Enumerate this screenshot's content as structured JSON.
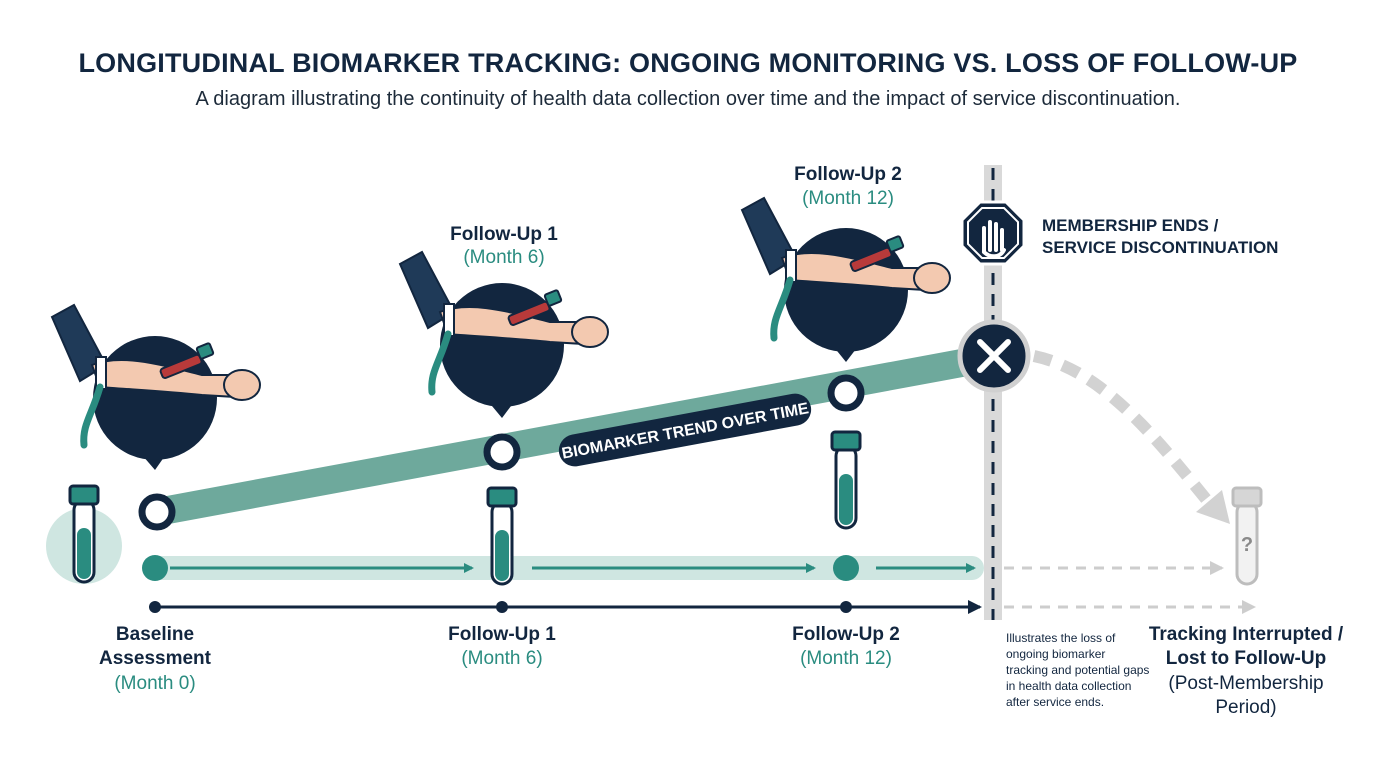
{
  "title": "LONGITUDINAL BIOMARKER TRACKING: ONGOING MONITORING VS. LOSS OF FOLLOW-UP",
  "subtitle": "A diagram illustrating the continuity of health data collection over time and the impact of service discontinuation.",
  "trend_label": "BIOMARKER TREND OVER TIME",
  "callouts": {
    "followup1": {
      "name": "Follow-Up 1",
      "month": "(Month 6)"
    },
    "followup2": {
      "name": "Follow-Up 2",
      "month": "(Month 12)"
    }
  },
  "discontinuation": {
    "line1": "MEMBERSHIP ENDS /",
    "line2": "SERVICE DISCONTINUATION"
  },
  "timeline": {
    "baseline": {
      "line1": "Baseline",
      "line2": "Assessment",
      "month": "(Month 0)"
    },
    "followup1": {
      "name": "Follow-Up 1",
      "month": "(Month 6)"
    },
    "followup2": {
      "name": "Follow-Up 2",
      "month": "(Month 12)"
    },
    "lost": {
      "line1": "Tracking Interrupted /",
      "line2": "Lost to Follow-Up",
      "line3": "(Post-Membership",
      "line4": "Period)"
    }
  },
  "note": {
    "line1": "Illustrates the loss of",
    "line2": "ongoing biomarker",
    "line3": "tracking and potential gaps",
    "line4": "in health data collection",
    "line5": "after service ends."
  },
  "unknown_glyph": "?",
  "colors": {
    "navy": "#12263f",
    "teal": "#2a8c80",
    "teal_light": "#cfe6e1",
    "trend": "#6ea99c",
    "gray": "#c6c6c6"
  }
}
